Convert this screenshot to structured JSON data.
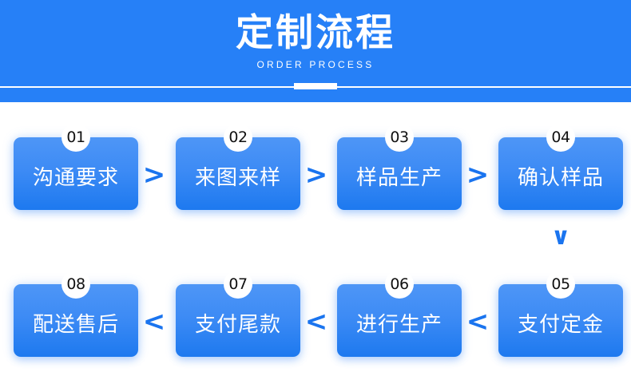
{
  "header": {
    "title": "定制流程",
    "subtitle": "ORDER PROCESS",
    "background_color": "#2680f7",
    "text_color": "#ffffff"
  },
  "flow": {
    "box_gradient_top": "#4e96f6",
    "box_gradient_bottom": "#1d79ef",
    "badge_background": "#ffffff",
    "badge_text_color": "#111111",
    "arrow_color": "#1a74ef",
    "rows": [
      {
        "direction": "left-to-right",
        "separator": ">",
        "steps": [
          {
            "number": "01",
            "label": "沟通要求"
          },
          {
            "number": "02",
            "label": "来图来样"
          },
          {
            "number": "03",
            "label": "样品生产"
          },
          {
            "number": "04",
            "label": "确认样品"
          }
        ]
      },
      {
        "direction": "right-to-left",
        "separator": "<",
        "steps": [
          {
            "number": "08",
            "label": "配送售后"
          },
          {
            "number": "07",
            "label": "支付尾款"
          },
          {
            "number": "06",
            "label": "进行生产"
          },
          {
            "number": "05",
            "label": "支付定金"
          }
        ]
      }
    ],
    "row_connector": "∨"
  }
}
